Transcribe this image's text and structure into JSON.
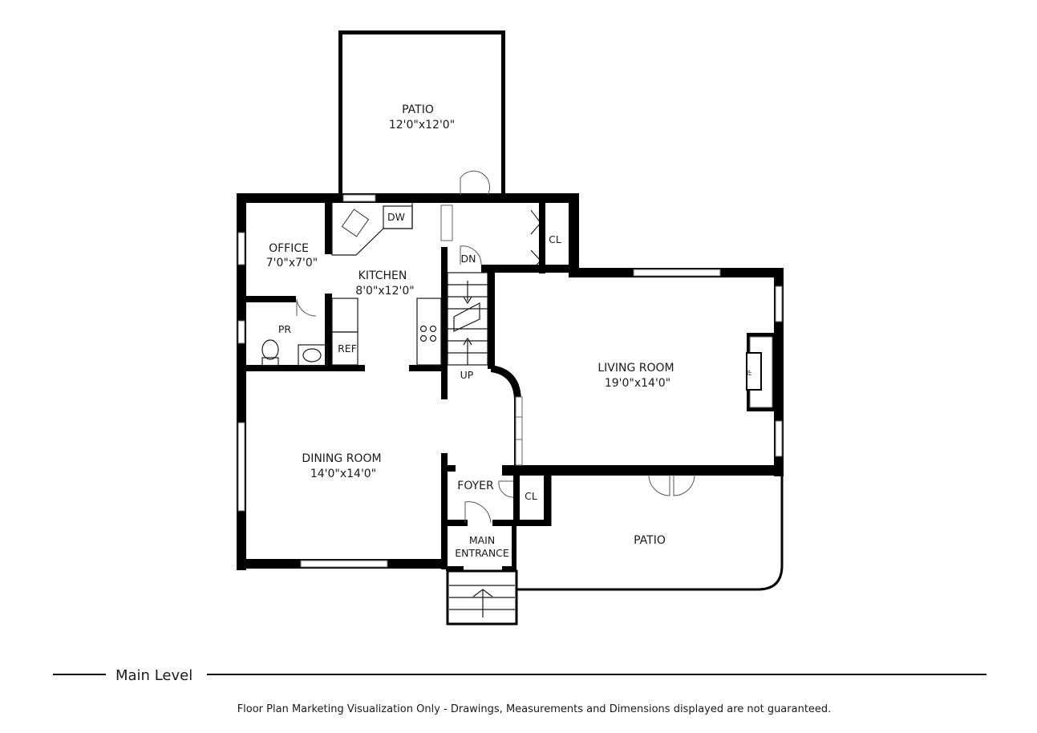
{
  "rooms": {
    "patio_top": {
      "name": "PATIO",
      "dims": "12'0\"x12'0\""
    },
    "office": {
      "name": "OFFICE",
      "dims": "7'0\"x7'0\""
    },
    "kitchen": {
      "name": "KITCHEN",
      "dims": "8'0\"x12'0\""
    },
    "living_room": {
      "name": "LIVING ROOM",
      "dims": "19'0\"x14'0\""
    },
    "dining_room": {
      "name": "DINING ROOM",
      "dims": "14'0\"x14'0\""
    },
    "foyer": {
      "name": "FOYER"
    },
    "main_entrance": {
      "line1": "MAIN",
      "line2": "ENTRANCE"
    },
    "patio_bottom": {
      "name": "PATIO"
    },
    "powder_room": {
      "name": "PR"
    }
  },
  "fixtures": {
    "dishwasher": "DW",
    "refrigerator": "REF",
    "closet_upper": "CL",
    "closet_foyer": "CL",
    "stairs_down": "DN",
    "stairs_up": "UP",
    "fireplace": "FP"
  },
  "footer": {
    "level": "Main Level",
    "disclaimer": "Floor Plan Marketing Visualization Only - Drawings, Measurements and Dimensions displayed are not guaranteed."
  }
}
